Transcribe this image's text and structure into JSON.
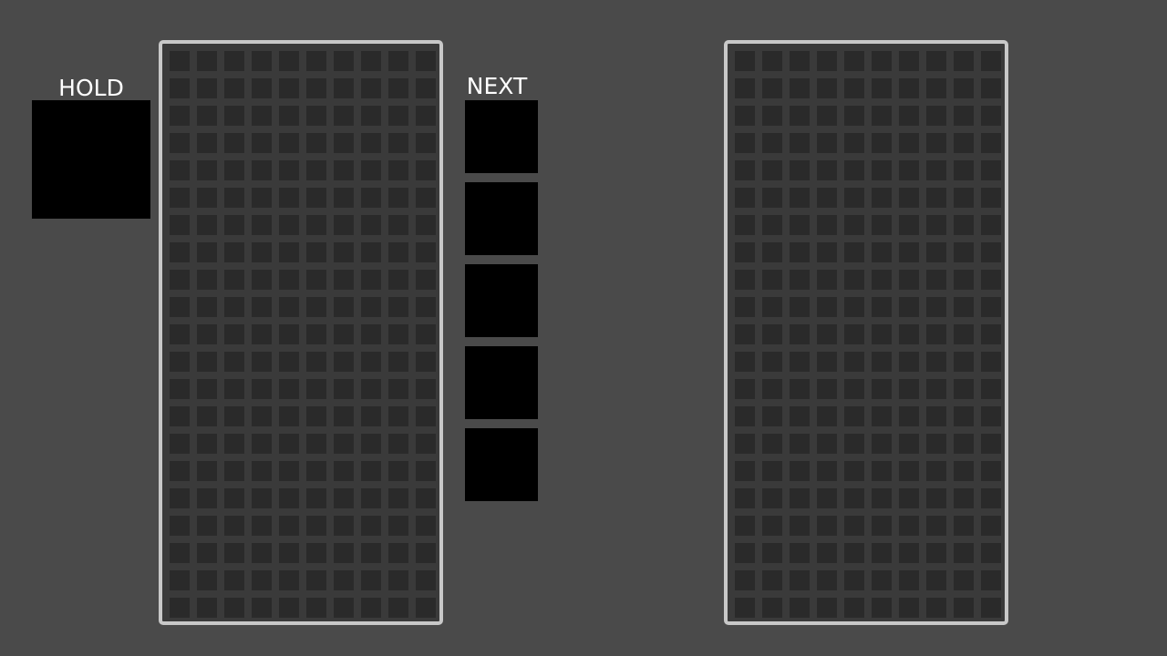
{
  "hold": {
    "label": "HOLD"
  },
  "next": {
    "label": "NEXT",
    "queue_count": 5
  },
  "boards": {
    "player": {
      "columns": 10,
      "visible_rows": 21
    },
    "opponent": {
      "columns": 10,
      "visible_rows": 21
    }
  },
  "colors": {
    "background": "#4a4a4a",
    "board_border": "#c8c8c8",
    "board_gap": "#3a3a3a",
    "empty_cell": "#2a2a2a",
    "preview_box": "#000000",
    "label_text": "#ffffff"
  }
}
